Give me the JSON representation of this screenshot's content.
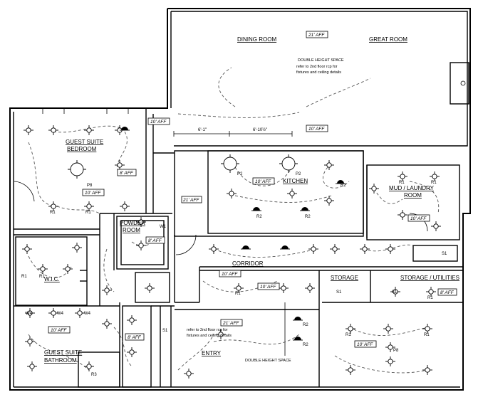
{
  "rooms": {
    "dining": "DINING ROOM",
    "great": "GREAT ROOM",
    "guest_bedroom_1": "GUEST SUITE",
    "guest_bedroom_2": "BEDROOM",
    "kitchen": "KITCHEN",
    "mud_1": "MUD / LAUNDRY",
    "mud_2": "ROOM",
    "powder_1": "POWDER",
    "powder_2": "ROOM",
    "corridor": "CORRIDOR",
    "wic": "W.I.C.",
    "storage": "STORAGE",
    "storage_util": "STORAGE / UTILITIES",
    "guest_bath_1": "GUEST SUITE",
    "guest_bath_2": "BATHROOM",
    "entry": "ENTRY"
  },
  "notes": {
    "double_height_upper_title": "DOUBLE HEIGHT SPACE",
    "double_height_upper_l1": "refer to 2nd floor rcp for",
    "double_height_upper_l2": "fixtures and ceiling details",
    "entry_note_l1": "refer to 2nd floor rcp for",
    "entry_note_l2": "fixtures and ceiling details",
    "double_height_lower": "DOUBLE HEIGHT SPACE"
  },
  "heights": {
    "dining": "21' AFF",
    "dining_low": "10' AFF",
    "top_left": "10' AFF",
    "bedroom_8": "8' AFF",
    "bedroom_10": "10' AFF",
    "kitchen": "10' AFF",
    "hall_21": "21' AFF",
    "powder": "8' AFF",
    "mud": "10' AFF",
    "corridor": "10' AFF",
    "corridor2": "10' AFF",
    "storage_util": "8' AFF",
    "bath": "10' AFF",
    "closet": "8' AFF",
    "entry": "21' AFF",
    "great_lower": "10' AFF"
  },
  "dims": {
    "d1": "6'-1\"",
    "d2": "6'-10½\""
  },
  "tags": {
    "r1": "R1",
    "r2": "R2",
    "r3": "R3",
    "p2": "P2",
    "p8": "P8",
    "w1": "W1",
    "w4": "W4",
    "s1": "S1"
  }
}
